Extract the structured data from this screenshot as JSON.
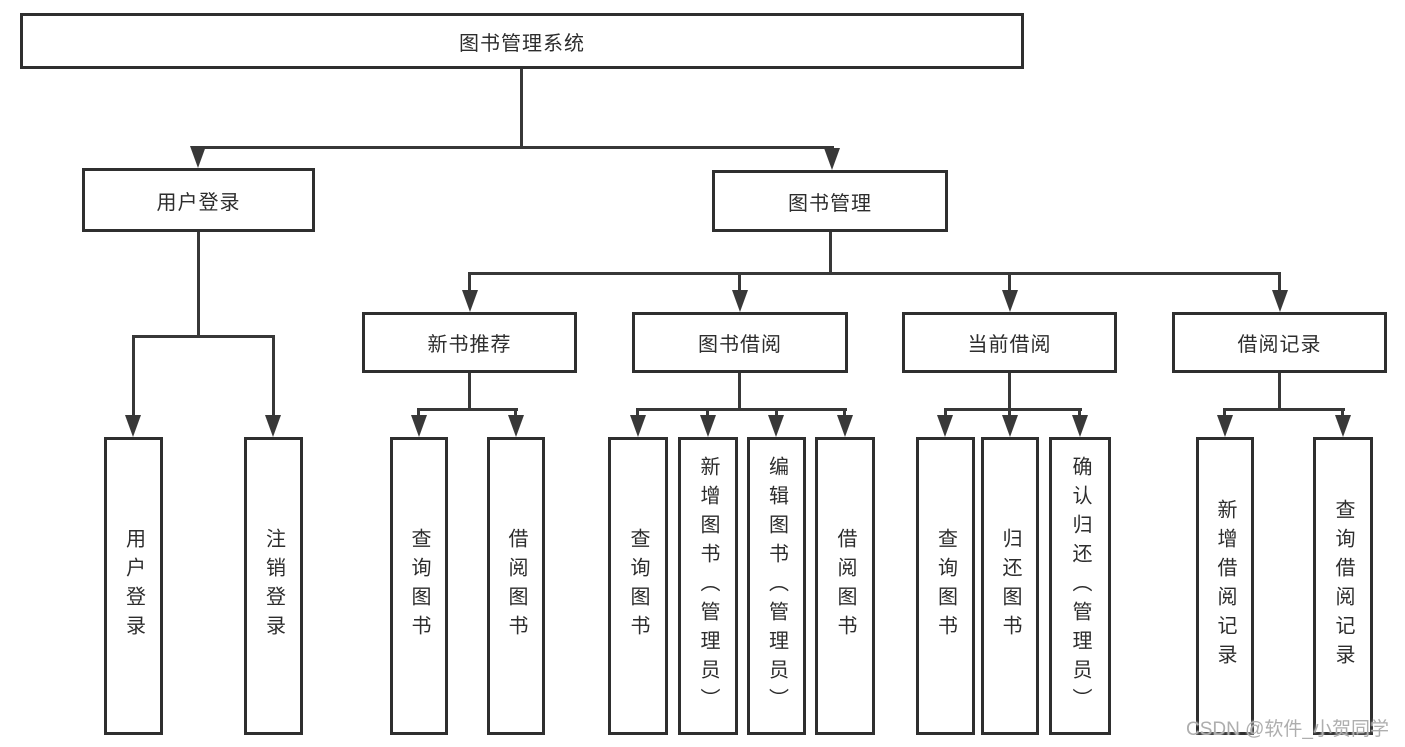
{
  "tree": {
    "label": "图书管理系统",
    "children": [
      {
        "label": "用户登录",
        "children": [
          {
            "label": "用户登录"
          },
          {
            "label": "注销登录"
          }
        ]
      },
      {
        "label": "图书管理",
        "children": [
          {
            "label": "新书推荐",
            "children": [
              {
                "label": "查询图书"
              },
              {
                "label": "借阅图书"
              }
            ]
          },
          {
            "label": "图书借阅",
            "children": [
              {
                "label": "查询图书"
              },
              {
                "label": "新增图书（管理员）"
              },
              {
                "label": "编辑图书（管理员）"
              },
              {
                "label": "借阅图书"
              }
            ]
          },
          {
            "label": "当前借阅",
            "children": [
              {
                "label": "查询图书"
              },
              {
                "label": "归还图书"
              },
              {
                "label": "确认归还（管理员）"
              }
            ]
          },
          {
            "label": "借阅记录",
            "children": [
              {
                "label": "新增借阅记录"
              },
              {
                "label": "查询借阅记录"
              }
            ]
          }
        ]
      }
    ]
  },
  "watermark": "CSDN @软件_小贺同学",
  "colors": {
    "line": "#383838",
    "border": "#2f2f2f",
    "text": "#2d2d2d",
    "watermark": "#aeaeae",
    "background": "#ffffff"
  }
}
